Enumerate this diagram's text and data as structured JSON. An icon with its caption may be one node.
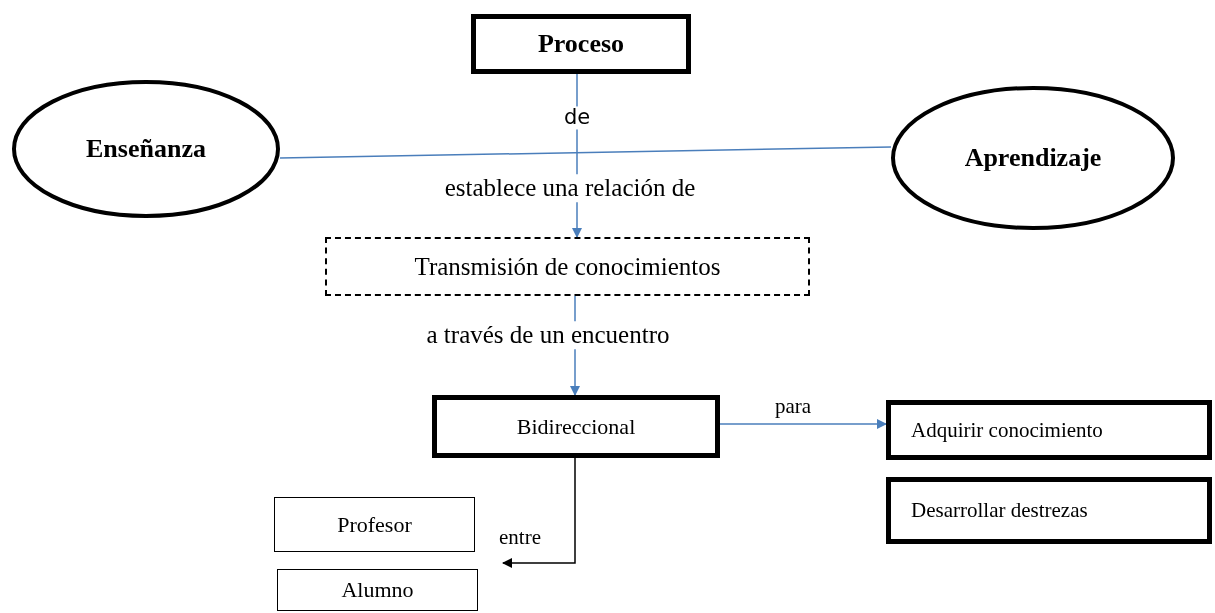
{
  "diagram": {
    "nodes": [
      {
        "text": [
          "Proceso"
        ]
      },
      {
        "text": [
          "Enseñanza"
        ]
      },
      {
        "text": [
          "Aprendizaje"
        ]
      },
      {
        "text": [
          "Transmisión de conocimientos"
        ]
      },
      {
        "text": [
          "Bidireccional"
        ]
      },
      {
        "text": [
          "Adquirir conocimiento"
        ]
      },
      {
        "text": [
          "Desarrollar destrezas"
        ]
      },
      {
        "text": [
          "Profesor"
        ]
      },
      {
        "text": [
          "Alumno"
        ]
      }
    ],
    "edges": [
      {
        "from": 1,
        "to": 2,
        "arrow": "none"
      },
      {
        "from": 0,
        "to": 3,
        "arrow": "to",
        "label": "establece una relación de"
      },
      {
        "from": 3,
        "to": 4,
        "arrow": "to",
        "label": "a través de un encuentro"
      },
      {
        "from": 4,
        "to": 5,
        "arrow": "to",
        "label": "para"
      },
      {
        "from": 4,
        "to": 8,
        "arrow": "to",
        "label": "entre",
        "color": "#000000"
      }
    ],
    "labels": [
      "de"
    ]
  }
}
